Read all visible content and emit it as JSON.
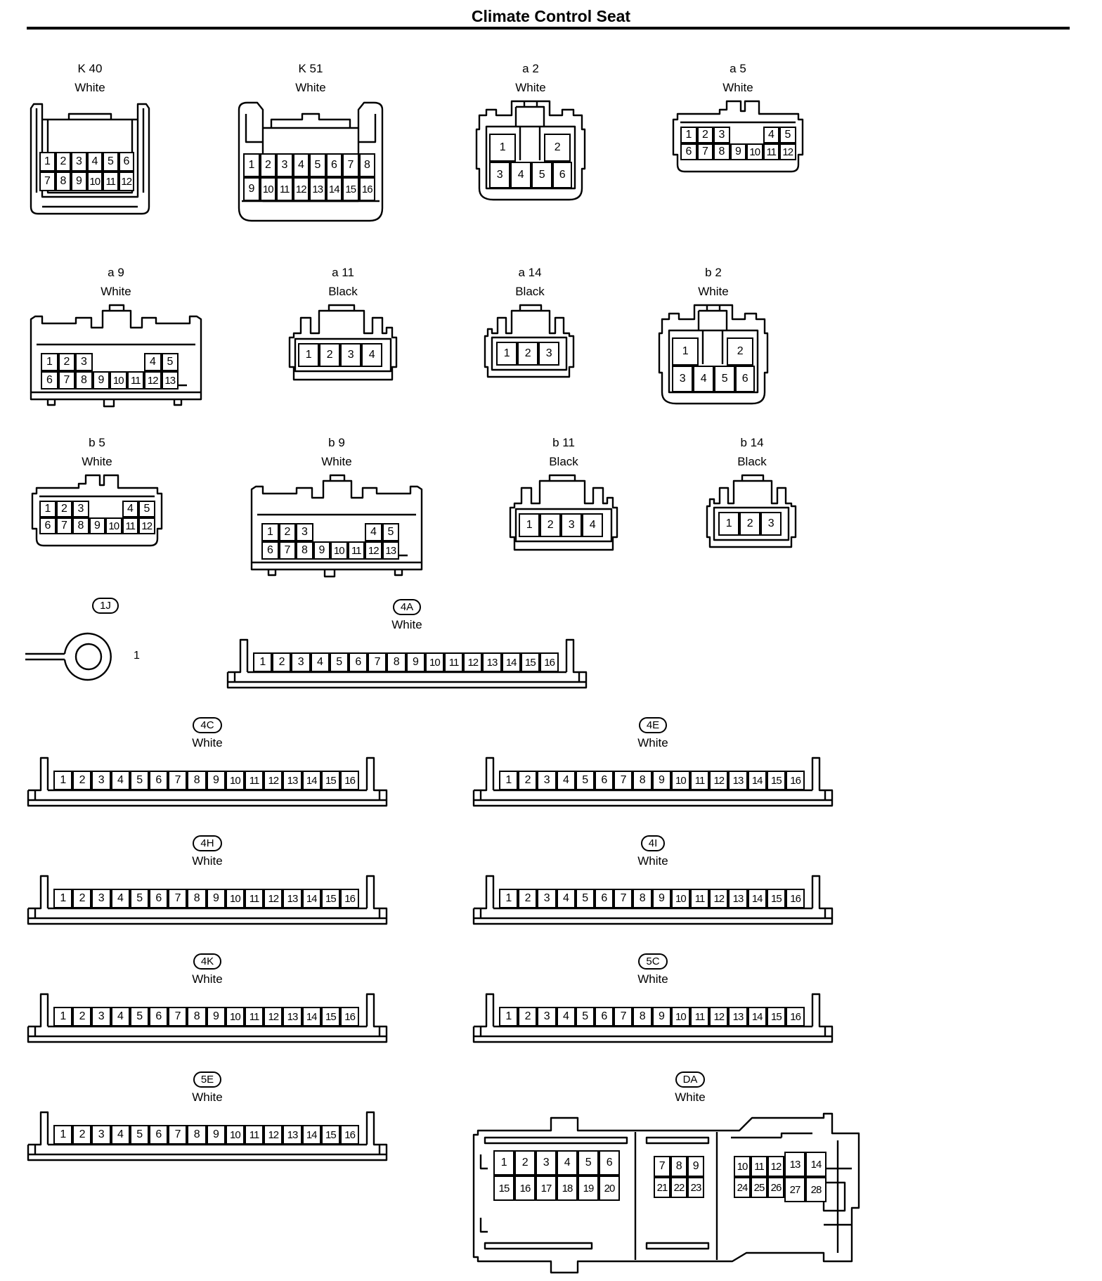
{
  "title": "Climate Control Seat",
  "connectors": {
    "k40": {
      "code": "K 40",
      "color": "White",
      "pins": [
        "1",
        "2",
        "3",
        "4",
        "5",
        "6",
        "7",
        "8",
        "9",
        "10",
        "11",
        "12"
      ]
    },
    "k51": {
      "code": "K 51",
      "color": "White",
      "pins": [
        "1",
        "2",
        "3",
        "4",
        "5",
        "6",
        "7",
        "8",
        "9",
        "10",
        "11",
        "12",
        "13",
        "14",
        "15",
        "16"
      ]
    },
    "a2": {
      "code": "a 2",
      "color": "White",
      "pins": [
        "1",
        "2",
        "3",
        "4",
        "5",
        "6"
      ]
    },
    "a5": {
      "code": "a 5",
      "color": "White",
      "pins": [
        "1",
        "2",
        "3",
        "4",
        "5",
        "6",
        "7",
        "8",
        "9",
        "10",
        "11",
        "12"
      ]
    },
    "a9": {
      "code": "a 9",
      "color": "White",
      "pins": [
        "1",
        "2",
        "3",
        "4",
        "5",
        "6",
        "7",
        "8",
        "9",
        "10",
        "11",
        "12",
        "13"
      ]
    },
    "a11": {
      "code": "a 11",
      "color": "Black",
      "pins": [
        "1",
        "2",
        "3",
        "4"
      ]
    },
    "a14": {
      "code": "a 14",
      "color": "Black",
      "pins": [
        "1",
        "2",
        "3"
      ]
    },
    "b2": {
      "code": "b 2",
      "color": "White",
      "pins": [
        "1",
        "2",
        "3",
        "4",
        "5",
        "6"
      ]
    },
    "b5": {
      "code": "b 5",
      "color": "White",
      "pins": [
        "1",
        "2",
        "3",
        "4",
        "5",
        "6",
        "7",
        "8",
        "9",
        "10",
        "11",
        "12"
      ]
    },
    "b9": {
      "code": "b 9",
      "color": "White",
      "pins": [
        "1",
        "2",
        "3",
        "4",
        "5",
        "6",
        "7",
        "8",
        "9",
        "10",
        "11",
        "12",
        "13"
      ]
    },
    "b11": {
      "code": "b 11",
      "color": "Black",
      "pins": [
        "1",
        "2",
        "3",
        "4"
      ]
    },
    "b14": {
      "code": "b 14",
      "color": "Black",
      "pins": [
        "1",
        "2",
        "3"
      ]
    },
    "j1j": {
      "code": "1J",
      "pins": [
        "1"
      ]
    },
    "j4a": {
      "code": "4A",
      "color": "White",
      "pins": [
        "1",
        "2",
        "3",
        "4",
        "5",
        "6",
        "7",
        "8",
        "9",
        "10",
        "11",
        "12",
        "13",
        "14",
        "15",
        "16"
      ]
    },
    "j4c": {
      "code": "4C",
      "color": "White",
      "pins": [
        "1",
        "2",
        "3",
        "4",
        "5",
        "6",
        "7",
        "8",
        "9",
        "10",
        "11",
        "12",
        "13",
        "14",
        "15",
        "16"
      ]
    },
    "j4e": {
      "code": "4E",
      "color": "White",
      "pins": [
        "1",
        "2",
        "3",
        "4",
        "5",
        "6",
        "7",
        "8",
        "9",
        "10",
        "11",
        "12",
        "13",
        "14",
        "15",
        "16"
      ]
    },
    "j4h": {
      "code": "4H",
      "color": "White",
      "pins": [
        "1",
        "2",
        "3",
        "4",
        "5",
        "6",
        "7",
        "8",
        "9",
        "10",
        "11",
        "12",
        "13",
        "14",
        "15",
        "16"
      ]
    },
    "j4i": {
      "code": "4I",
      "color": "White",
      "pins": [
        "1",
        "2",
        "3",
        "4",
        "5",
        "6",
        "7",
        "8",
        "9",
        "10",
        "11",
        "12",
        "13",
        "14",
        "15",
        "16"
      ]
    },
    "j4k": {
      "code": "4K",
      "color": "White",
      "pins": [
        "1",
        "2",
        "3",
        "4",
        "5",
        "6",
        "7",
        "8",
        "9",
        "10",
        "11",
        "12",
        "13",
        "14",
        "15",
        "16"
      ]
    },
    "j5c": {
      "code": "5C",
      "color": "White",
      "pins": [
        "1",
        "2",
        "3",
        "4",
        "5",
        "6",
        "7",
        "8",
        "9",
        "10",
        "11",
        "12",
        "13",
        "14",
        "15",
        "16"
      ]
    },
    "j5e": {
      "code": "5E",
      "color": "White",
      "pins": [
        "1",
        "2",
        "3",
        "4",
        "5",
        "6",
        "7",
        "8",
        "9",
        "10",
        "11",
        "12",
        "13",
        "14",
        "15",
        "16"
      ]
    },
    "da": {
      "code": "DA",
      "color": "White",
      "pins": [
        "1",
        "2",
        "3",
        "4",
        "5",
        "6",
        "7",
        "8",
        "9",
        "10",
        "11",
        "12",
        "13",
        "14",
        "15",
        "16",
        "17",
        "18",
        "19",
        "20",
        "21",
        "22",
        "23",
        "24",
        "25",
        "26",
        "27",
        "28"
      ]
    }
  }
}
